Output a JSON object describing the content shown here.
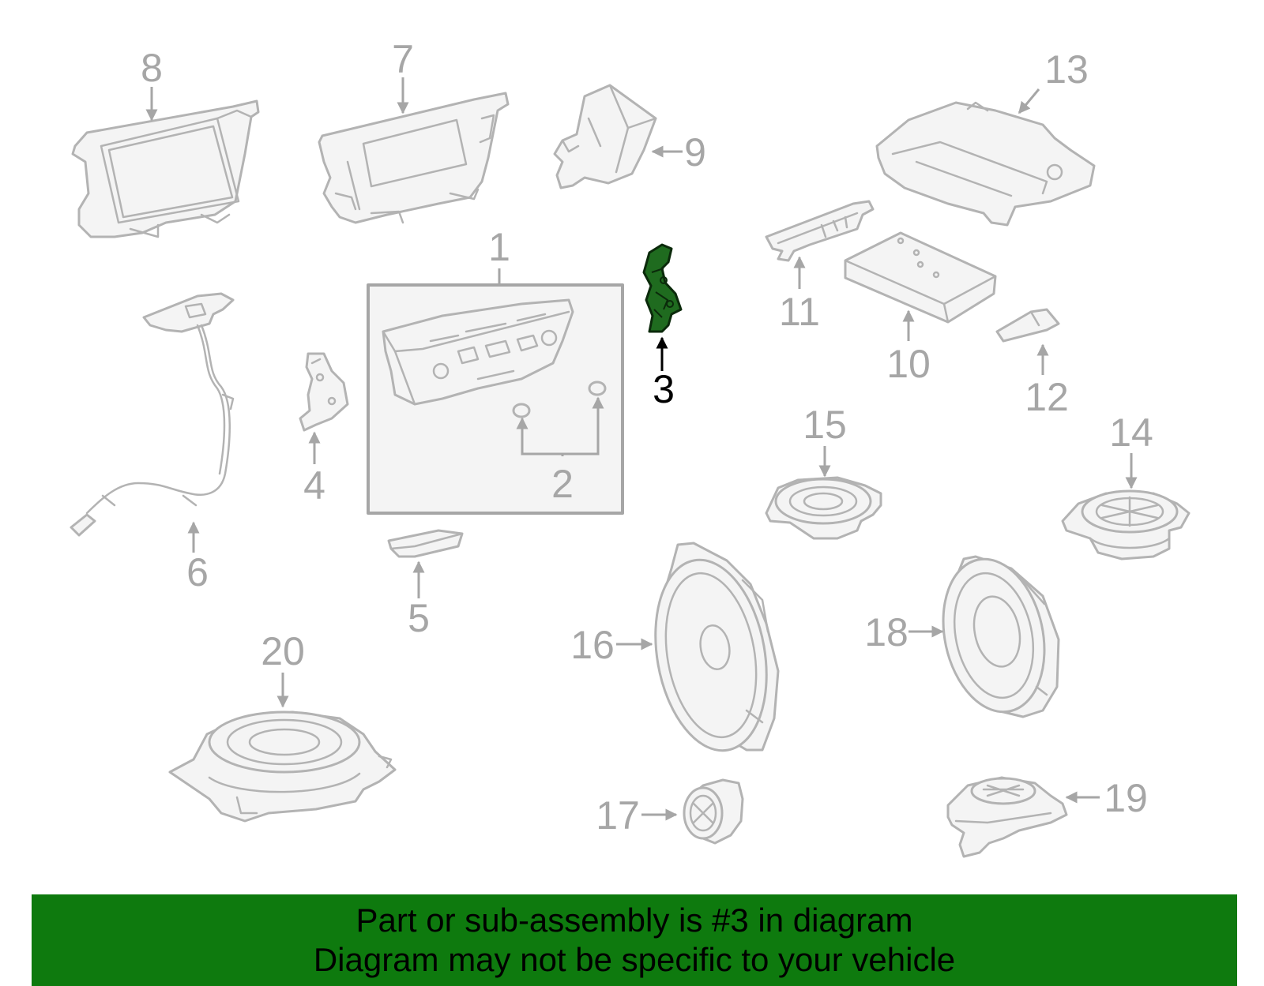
{
  "highlight_color": "#1f6b1f",
  "banner_color": "#0e7a0e",
  "callouts": {
    "c1": "1",
    "c2": "2",
    "c3": "3",
    "c4": "4",
    "c5": "5",
    "c6": "6",
    "c7": "7",
    "c8": "8",
    "c9": "9",
    "c10": "10",
    "c11": "11",
    "c12": "12",
    "c13": "13",
    "c14": "14",
    "c15": "15",
    "c16": "16",
    "c17": "17",
    "c18": "18",
    "c19": "19",
    "c20": "20"
  },
  "banner": {
    "line1": "Part or sub-assembly is #3 in diagram",
    "line2": "Diagram may not be specific to your vehicle"
  }
}
